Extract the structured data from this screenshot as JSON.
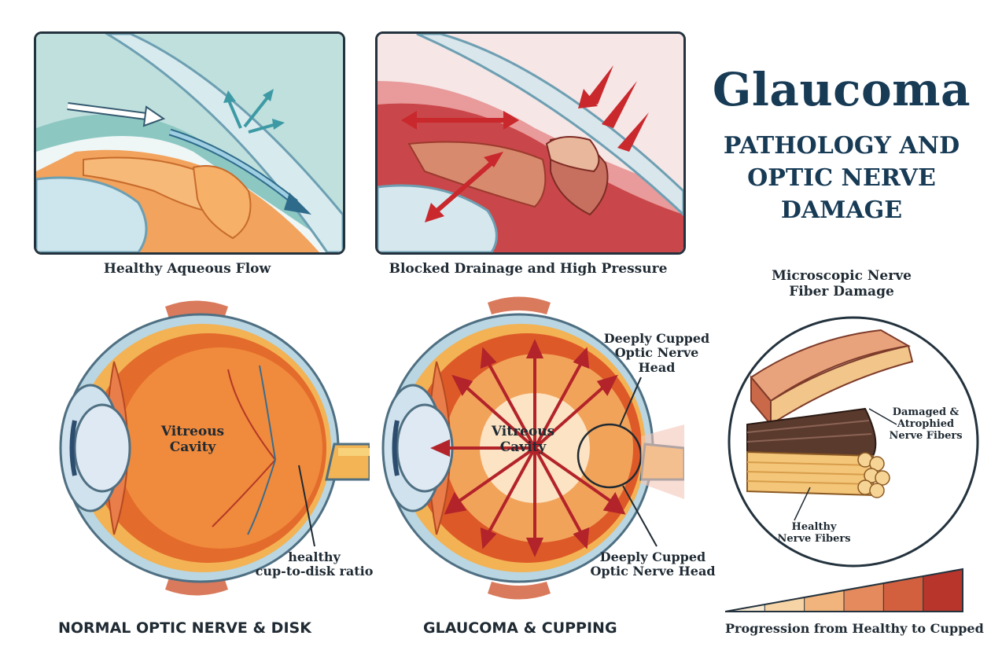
{
  "title": {
    "main": "Glaucoma",
    "sub_lines": [
      "PATHOLOGY AND",
      "OPTIC NERVE",
      "DAMAGE"
    ]
  },
  "panels": {
    "healthy_flow": {
      "caption": "Healthy Aqueous Flow"
    },
    "blocked_drainage": {
      "caption": "Blocked Drainage and High Pressure"
    }
  },
  "normal_eye": {
    "cavity_lines": [
      "Vitreous",
      "Cavity"
    ],
    "ratio_lines": [
      "healthy",
      "cup-to-disk ratio"
    ],
    "caption": "NORMAL OPTIC NERVE & DISK"
  },
  "glaucoma_eye": {
    "cavity_lines": [
      "Vitreous",
      "Cavity"
    ],
    "top_label_lines": [
      "Deeply Cupped",
      "Optic Nerve",
      "Head"
    ],
    "bottom_label_lines": [
      "Deeply Cupped",
      "Optic Nerve Head"
    ],
    "caption": "GLAUCOMA & CUPPING"
  },
  "microscopic": {
    "title_lines": [
      "Microscopic Nerve",
      "Fiber Damage"
    ],
    "damaged_lines": [
      "Damaged &",
      "Atrophied",
      "Nerve Fibers"
    ],
    "healthy_lines": [
      "Healthy",
      "Nerve Fibers"
    ]
  },
  "progression": {
    "caption": "Progression from Healthy to Cupped",
    "colors": [
      "#f8ead2",
      "#f6d4a6",
      "#f0b47c",
      "#e48a5c",
      "#d2603f",
      "#b8352c"
    ]
  }
}
